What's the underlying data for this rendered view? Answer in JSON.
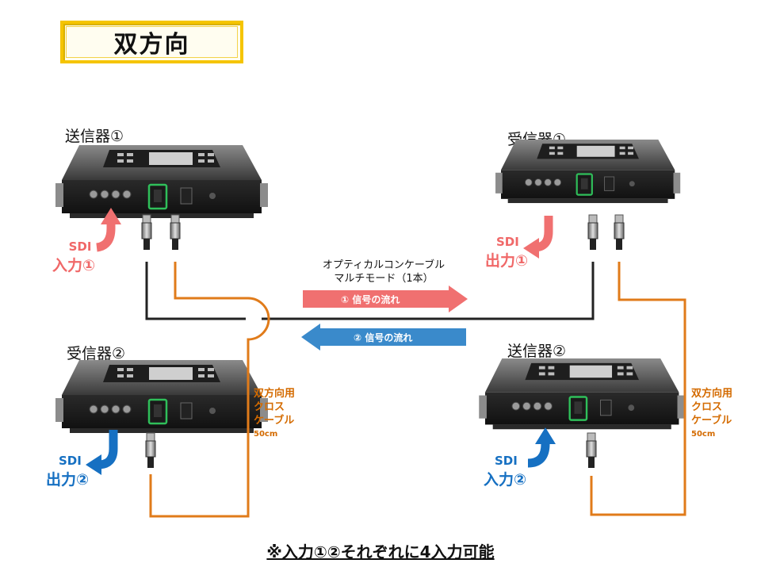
{
  "title": "双方向",
  "devices": {
    "tx1": "送信器①",
    "rx1": "受信器①",
    "rx2": "受信器②",
    "tx2": "送信器②"
  },
  "sdi_labels": {
    "in1": {
      "sdi": "SDI",
      "text": "入力①"
    },
    "out1": {
      "sdi": "SDI",
      "text": "出力①"
    },
    "out2": {
      "sdi": "SDI",
      "text": "出力②"
    },
    "in2": {
      "sdi": "SDI",
      "text": "入力②"
    }
  },
  "optical_cable": {
    "line1": "オプティカルコンケーブル",
    "line2": "マルチモード（1本）"
  },
  "flows": {
    "flow1": "① 信号の流れ",
    "flow2": "② 信号の流れ"
  },
  "cross_cable": {
    "line1": "双方向用",
    "line2": "クロス",
    "line3": "ケーブル",
    "length": "50cm"
  },
  "note": "※入力①②それぞれに4入力可能",
  "colors": {
    "flow1": "#f07070",
    "flow2": "#3a8acb",
    "cross_cable": "#e07b1a",
    "optical_cable": "#222222",
    "title_border": "#f5c400"
  }
}
